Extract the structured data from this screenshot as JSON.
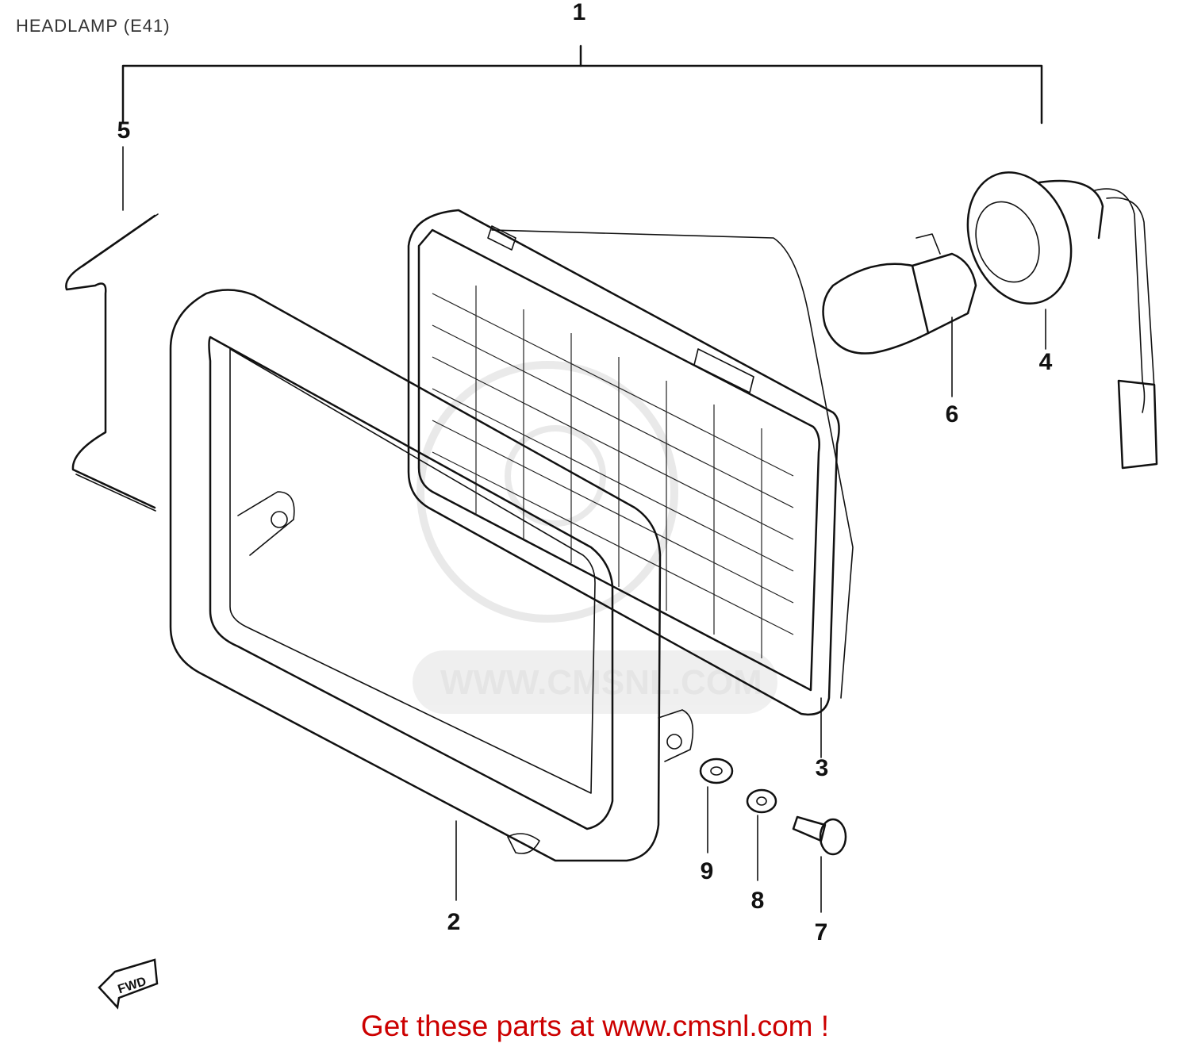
{
  "title": "HEADLAMP (E41)",
  "callouts": [
    {
      "id": "1",
      "label": "1"
    },
    {
      "id": "2",
      "label": "2"
    },
    {
      "id": "3",
      "label": "3"
    },
    {
      "id": "4",
      "label": "4"
    },
    {
      "id": "5",
      "label": "5"
    },
    {
      "id": "6",
      "label": "6"
    },
    {
      "id": "7",
      "label": "7"
    },
    {
      "id": "8",
      "label": "8"
    },
    {
      "id": "9",
      "label": "9"
    }
  ],
  "fwd_label": "FWD",
  "watermark": "WWW.CMSNL.COM",
  "cta_text": "Get these parts at www.cmsnl.com !",
  "colors": {
    "cta": "#cc0000",
    "lines": "#111111",
    "watermark": "#d0d0d0"
  }
}
